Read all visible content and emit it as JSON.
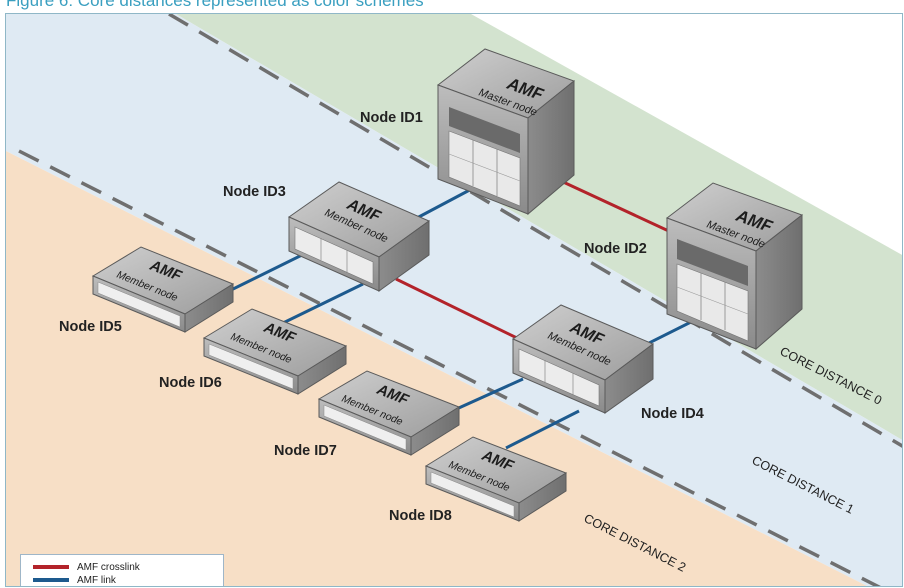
{
  "caption": "Figure 6: Core distances represented as color schemes",
  "colors": {
    "zone0": "#d3e3cf",
    "zone1": "#dfeaf3",
    "zone2": "#f7dfc6",
    "crosslink": "#b3232a",
    "link": "#1d5a8e"
  },
  "zones": [
    {
      "label": "CORE DISTANCE 0"
    },
    {
      "label": "CORE DISTANCE 1"
    },
    {
      "label": "CORE DISTANCE 2"
    }
  ],
  "nodes": [
    {
      "label": "Node ID1",
      "title": "AMF",
      "role": "Master node",
      "type": "chassis"
    },
    {
      "label": "Node ID2",
      "title": "AMF",
      "role": "Master node",
      "type": "chassis"
    },
    {
      "label": "Node ID3",
      "title": "AMF",
      "role": "Member node",
      "type": "switch"
    },
    {
      "label": "Node ID4",
      "title": "AMF",
      "role": "Member node",
      "type": "switch"
    },
    {
      "label": "Node ID5",
      "title": "AMF",
      "role": "Member node",
      "type": "flat-switch"
    },
    {
      "label": "Node ID6",
      "title": "AMF",
      "role": "Member node",
      "type": "flat-switch"
    },
    {
      "label": "Node ID7",
      "title": "AMF",
      "role": "Member node",
      "type": "flat-switch"
    },
    {
      "label": "Node ID8",
      "title": "AMF",
      "role": "Member node",
      "type": "flat-switch"
    }
  ],
  "links": [
    {
      "from": "Node ID1",
      "to": "Node ID2",
      "type": "AMF crosslink"
    },
    {
      "from": "Node ID3",
      "to": "Node ID4",
      "type": "AMF crosslink"
    },
    {
      "from": "Node ID1",
      "to": "Node ID3",
      "type": "AMF link"
    },
    {
      "from": "Node ID2",
      "to": "Node ID4",
      "type": "AMF link"
    },
    {
      "from": "Node ID3",
      "to": "Node ID5",
      "type": "AMF link"
    },
    {
      "from": "Node ID3",
      "to": "Node ID6",
      "type": "AMF link"
    },
    {
      "from": "Node ID4",
      "to": "Node ID7",
      "type": "AMF link"
    },
    {
      "from": "Node ID4",
      "to": "Node ID8",
      "type": "AMF link"
    }
  ],
  "legend": [
    {
      "label": "AMF crosslink",
      "color": "#b3232a"
    },
    {
      "label": "AMF link",
      "color": "#1d5a8e"
    }
  ]
}
